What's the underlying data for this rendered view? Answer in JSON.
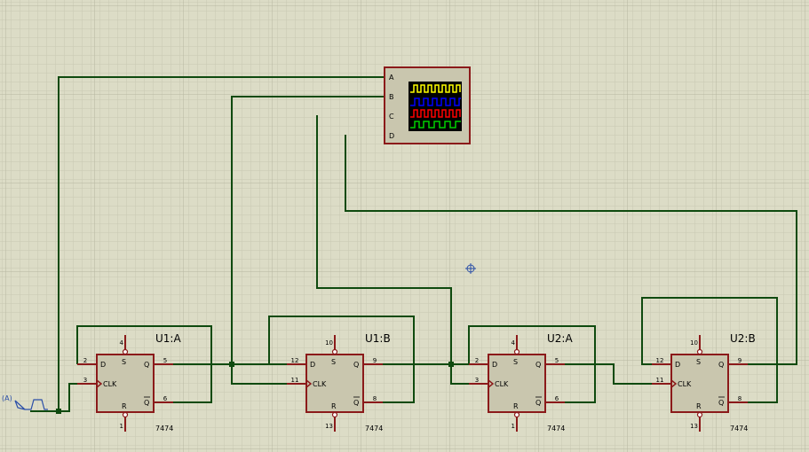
{
  "flipflops": [
    {
      "ref": "U1:A",
      "part": "7474",
      "pins": {
        "d": "2",
        "clk": "3",
        "s": "4",
        "r": "1",
        "q": "5",
        "qn": "6"
      }
    },
    {
      "ref": "U1:B",
      "part": "7474",
      "pins": {
        "d": "12",
        "clk": "11",
        "s": "10",
        "r": "13",
        "q": "9",
        "qn": "8"
      }
    },
    {
      "ref": "U2:A",
      "part": "7474",
      "pins": {
        "d": "2",
        "clk": "3",
        "s": "4",
        "r": "1",
        "q": "5",
        "qn": "6"
      }
    },
    {
      "ref": "U2:B",
      "part": "7474",
      "pins": {
        "d": "12",
        "clk": "11",
        "s": "10",
        "r": "13",
        "q": "9",
        "qn": "8"
      }
    }
  ],
  "ff_labels": {
    "d": "D",
    "clk": "CLK",
    "s": "S",
    "r": "R",
    "q": "Q",
    "qn": "Q"
  },
  "scope": {
    "channels": [
      "A",
      "B",
      "C",
      "D"
    ],
    "trace_colors": [
      "#ffff00",
      "#0000ff",
      "#ff0000",
      "#00d000"
    ]
  },
  "generator": {
    "label": "(A)"
  },
  "colors": {
    "background": "#dcdcc6",
    "wire": "#0f4a0f",
    "component": "#8b1a1a",
    "body": "#c9c6ae"
  }
}
